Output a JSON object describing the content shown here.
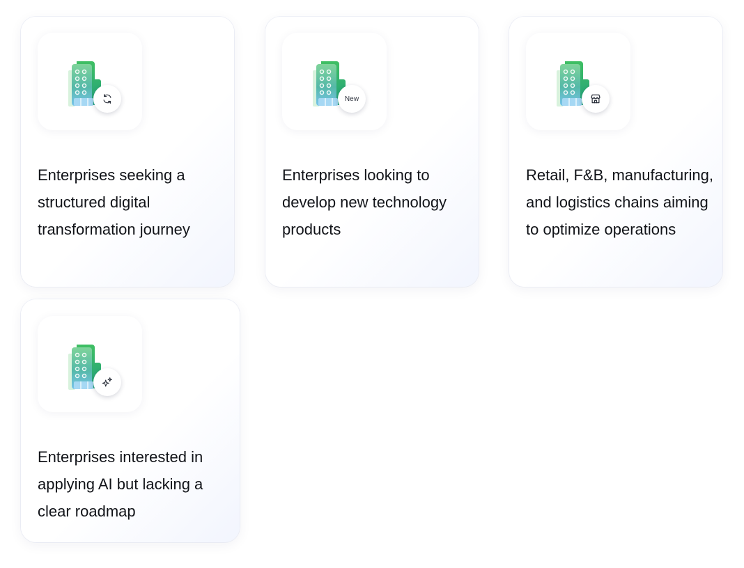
{
  "cards": [
    {
      "icon": "building-icon",
      "badge_icon": "refresh-icon",
      "badge_label": "",
      "text": "Enterprises seeking a structured digital transformation journey"
    },
    {
      "icon": "building-icon",
      "badge_icon": "new-label",
      "badge_label": "New",
      "text": "Enterprises looking to develop new technology products"
    },
    {
      "icon": "building-icon",
      "badge_icon": "storefront-icon",
      "badge_label": "",
      "text": "Retail, F&B, manufacturing, and logistics chains aiming to optimize operations"
    },
    {
      "icon": "building-icon",
      "badge_icon": "sparkle-icon",
      "badge_label": "",
      "text": "Enterprises interested in applying AI but lacking a clear roadmap"
    }
  ],
  "colors": {
    "building_green": "#3bb86a",
    "building_teal": "#2aa88f",
    "building_blue": "#7cc3ea",
    "text": "#111318"
  }
}
